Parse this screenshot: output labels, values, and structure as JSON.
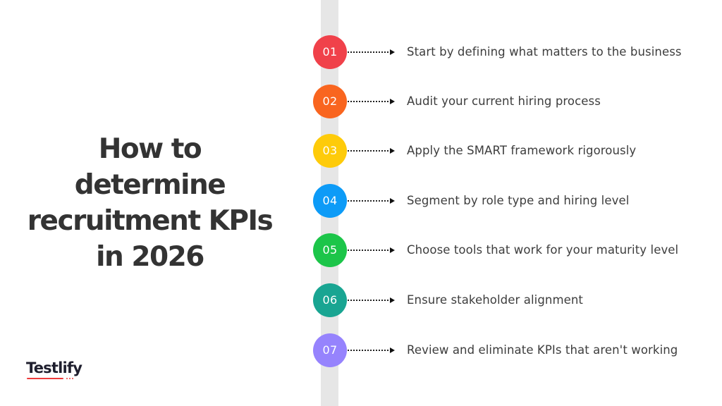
{
  "title": {
    "lines": [
      "How to",
      "determine",
      "recruitment KPIs",
      "in 2026"
    ]
  },
  "brand": {
    "logo_text": "Testlify",
    "accent_color": "#ee3b3b"
  },
  "timeline": {
    "rail_color": "#e6e6e6",
    "steps": [
      {
        "number": "01",
        "label": "Start by defining what matters to the business",
        "color": "#f0414a"
      },
      {
        "number": "02",
        "label": "Audit your current hiring process",
        "color": "#f9651f"
      },
      {
        "number": "03",
        "label": "Apply the SMART framework rigorously",
        "color": "#fecb0a"
      },
      {
        "number": "04",
        "label": "Segment by role type and hiring level",
        "color": "#0d9bf7"
      },
      {
        "number": "05",
        "label": "Choose tools that work for your maturity level",
        "color": "#1cc549"
      },
      {
        "number": "06",
        "label": "Ensure stakeholder alignment",
        "color": "#19a592"
      },
      {
        "number": "07",
        "label": "Review and eliminate KPIs that aren't working",
        "color": "#9683fd"
      }
    ]
  }
}
